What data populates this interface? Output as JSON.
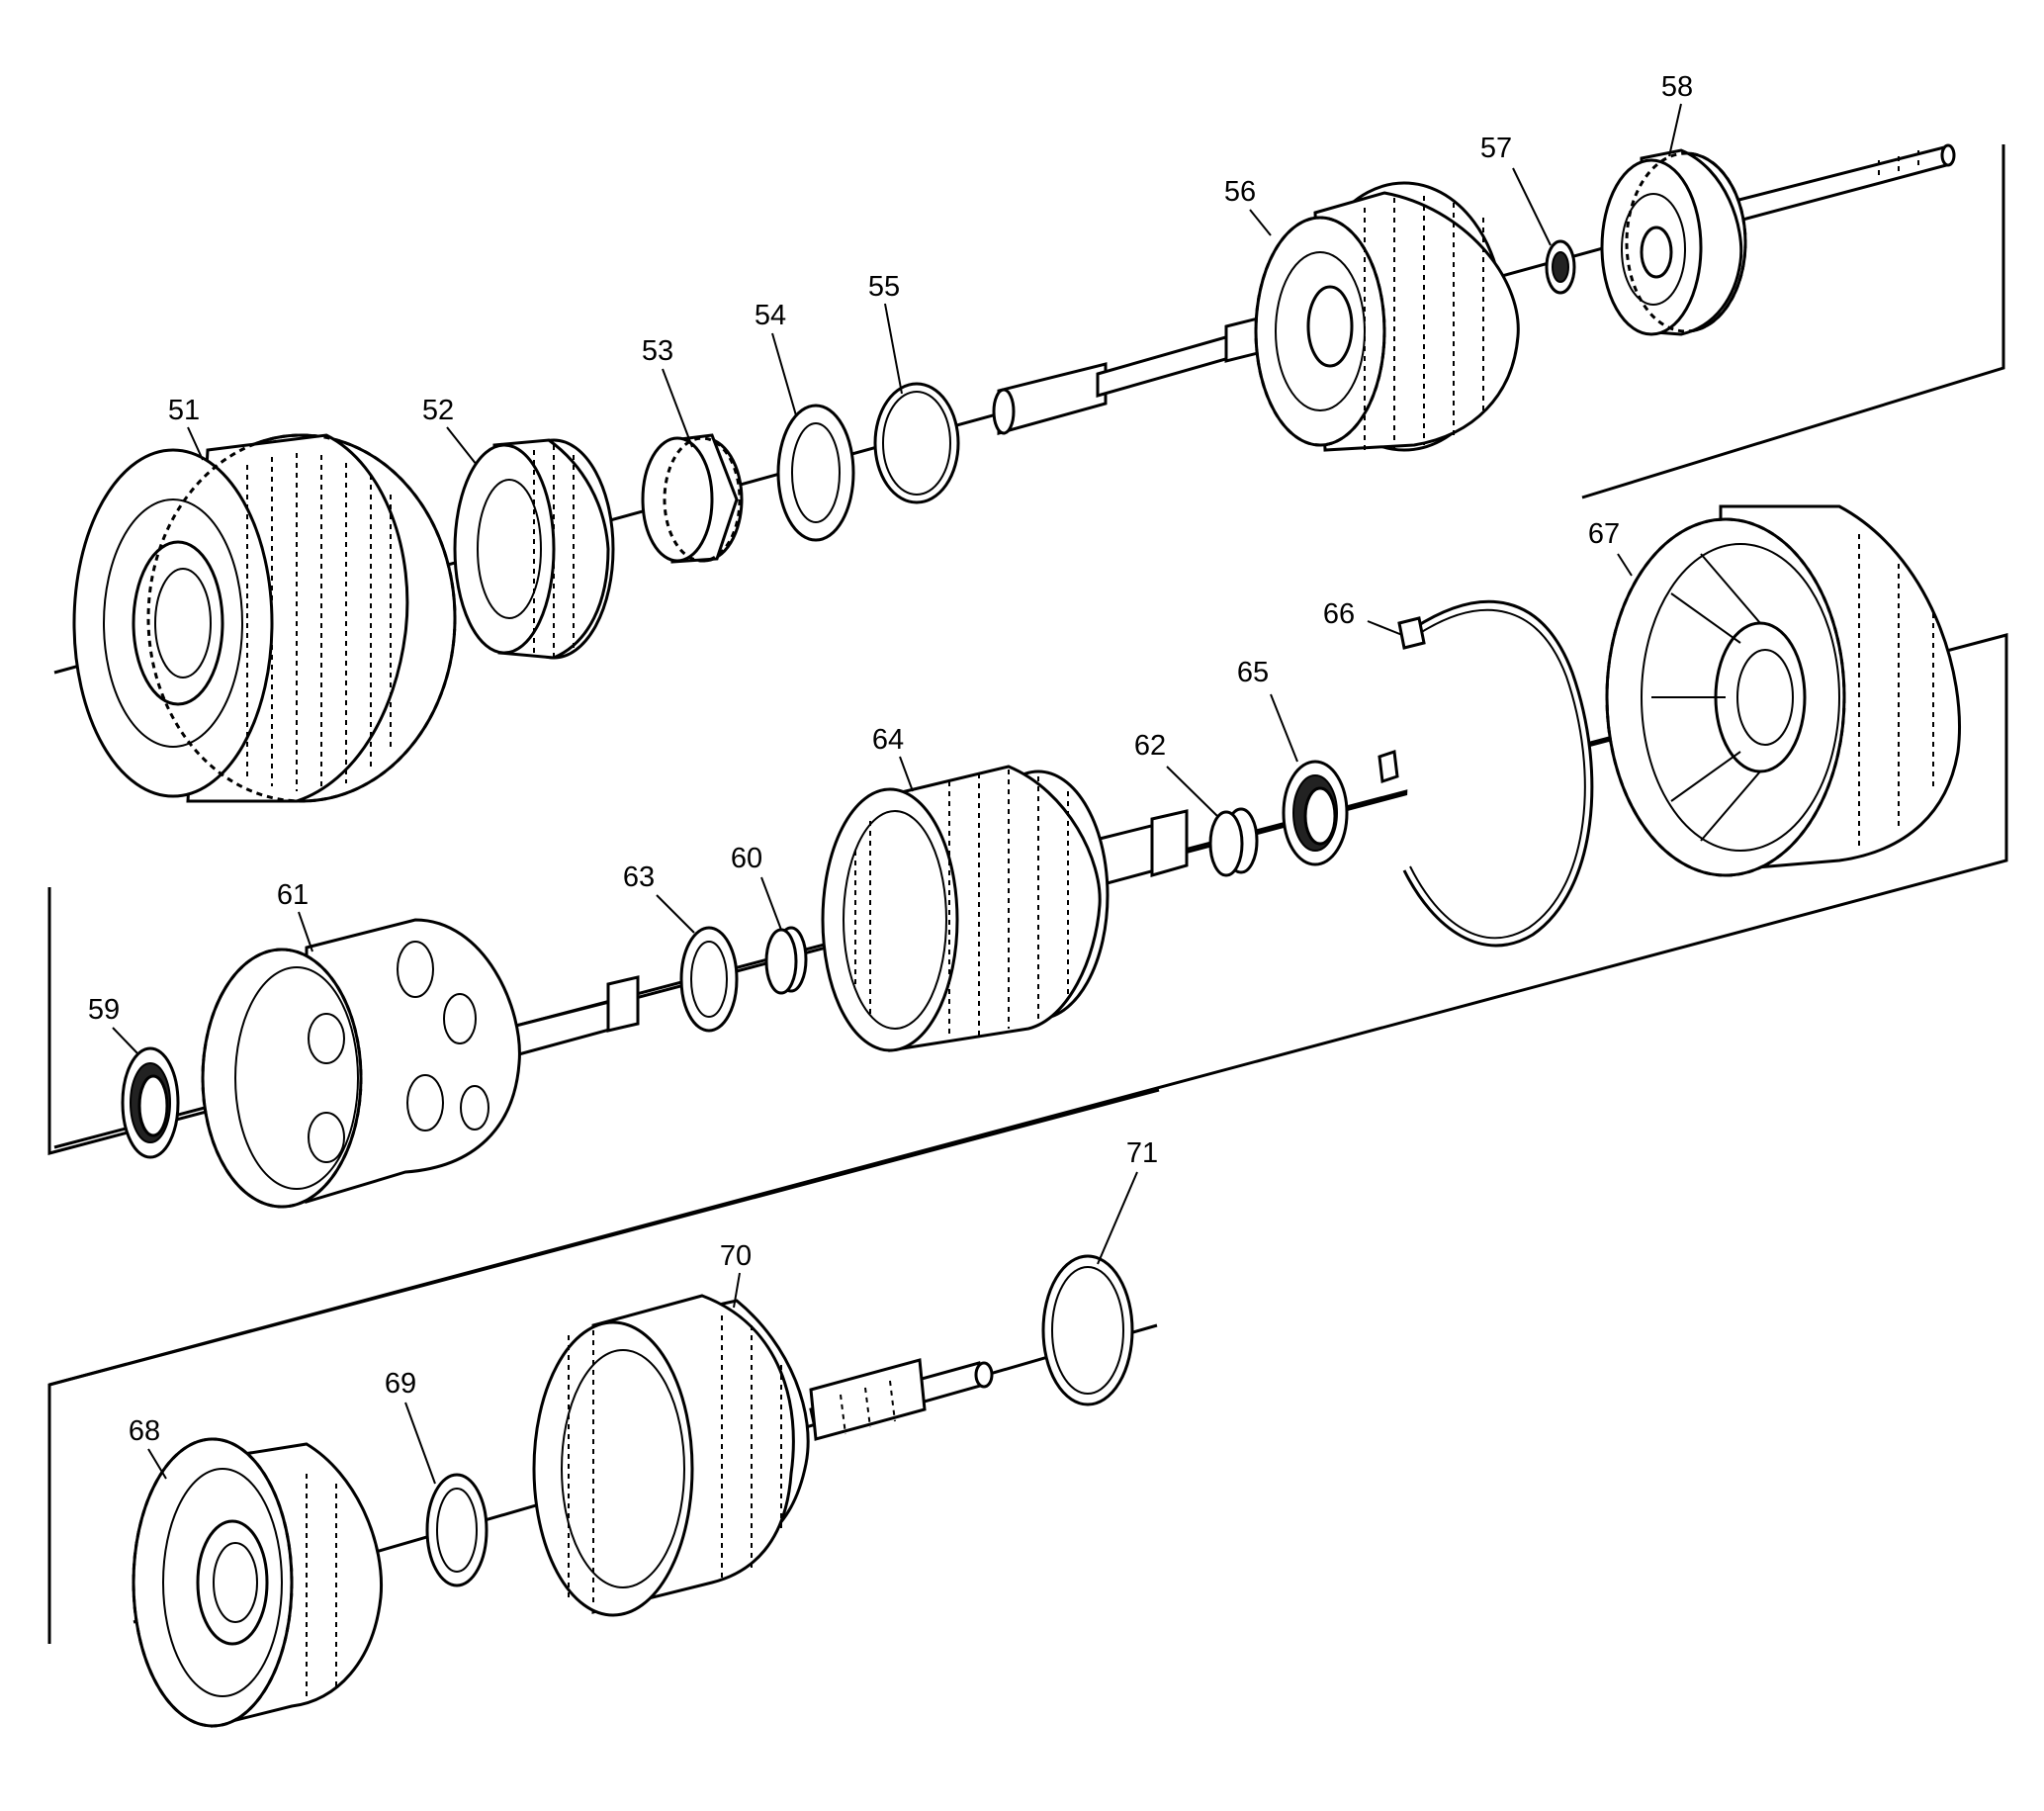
{
  "callouts": [
    {
      "id": "51",
      "label": "51"
    },
    {
      "id": "52",
      "label": "52"
    },
    {
      "id": "53",
      "label": "53"
    },
    {
      "id": "54",
      "label": "54"
    },
    {
      "id": "55",
      "label": "55"
    },
    {
      "id": "56",
      "label": "56"
    },
    {
      "id": "57",
      "label": "57"
    },
    {
      "id": "58",
      "label": "58"
    },
    {
      "id": "59",
      "label": "59"
    },
    {
      "id": "60",
      "label": "60"
    },
    {
      "id": "61",
      "label": "61"
    },
    {
      "id": "62",
      "label": "62"
    },
    {
      "id": "63",
      "label": "63"
    },
    {
      "id": "64",
      "label": "64"
    },
    {
      "id": "65",
      "label": "65"
    },
    {
      "id": "66",
      "label": "66"
    },
    {
      "id": "67",
      "label": "67"
    },
    {
      "id": "68",
      "label": "68"
    },
    {
      "id": "69",
      "label": "69"
    },
    {
      "id": "70",
      "label": "70"
    },
    {
      "id": "71",
      "label": "71"
    }
  ]
}
